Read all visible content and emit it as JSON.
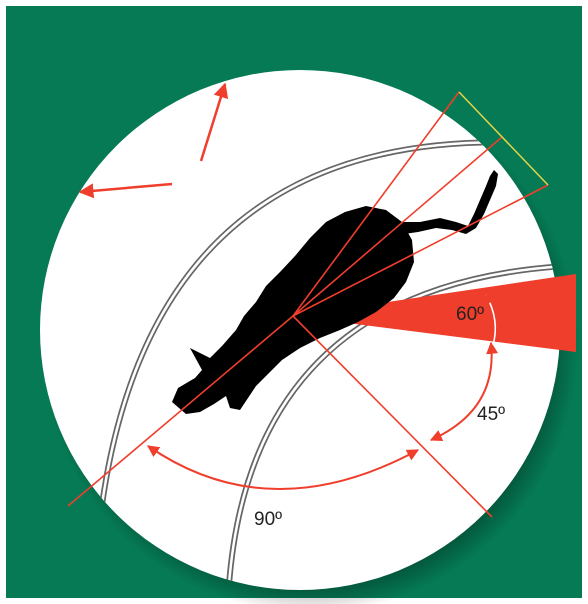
{
  "colors": {
    "background": "#057A54",
    "disc": "#FFFFFF",
    "accent": "#EF3E2C",
    "silhouette": "#000000",
    "arc_outline": "#666666",
    "chord": "#E4D447",
    "text_dark": "#222222",
    "text_light": "#FFFFFF"
  },
  "labels": {
    "angle_60": "60º",
    "angle_45": "45º",
    "angle_90": "90º"
  },
  "icons": {
    "silhouette": "rat-silhouette-icon",
    "escape_arrows": "escape-direction-arrow-icon"
  }
}
